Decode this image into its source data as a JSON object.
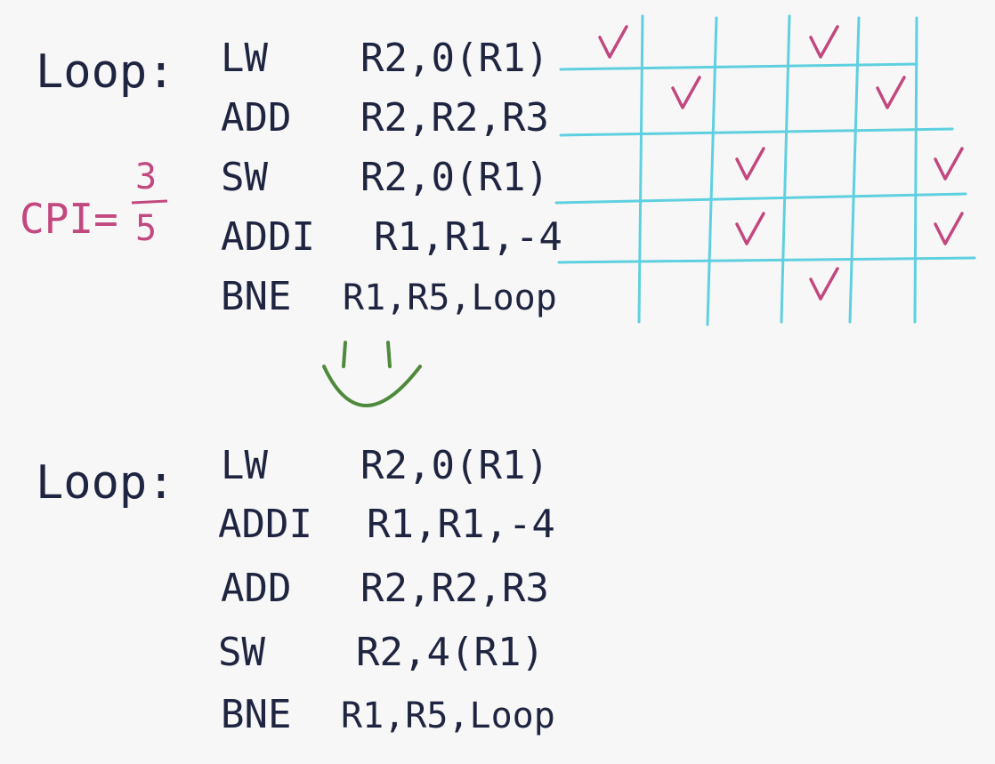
{
  "top_program": {
    "label": "Loop:",
    "rows": [
      {
        "op": "LW",
        "args": "R2,0(R1)"
      },
      {
        "op": "ADD",
        "args": "R2,R2,R3"
      },
      {
        "op": "SW",
        "args": "R2,0(R1)"
      },
      {
        "op": "ADDI",
        "args": "R1,R1,-4"
      },
      {
        "op": "BNE",
        "args": "R1,R5,Loop"
      }
    ]
  },
  "cpi": {
    "label": "CPI=",
    "numerator": "3",
    "denominator": "5"
  },
  "schedule_checks": [
    {
      "row": 0,
      "col": 0
    },
    {
      "row": 0,
      "col": 3
    },
    {
      "row": 1,
      "col": 1
    },
    {
      "row": 1,
      "col": 4
    },
    {
      "row": 2,
      "col": 2
    },
    {
      "row": 2,
      "col": 5
    },
    {
      "row": 3,
      "col": 2
    },
    {
      "row": 3,
      "col": 5
    },
    {
      "row": 4,
      "col": 3
    }
  ],
  "bottom_program": {
    "label": "Loop:",
    "rows": [
      {
        "op": "LW",
        "args": "R2,0(R1)"
      },
      {
        "op": "ADDI",
        "args": "R1,R1,-4"
      },
      {
        "op": "ADD",
        "args": "R2,R2,R3"
      },
      {
        "op": "SW",
        "args": "R2,4(R1)"
      },
      {
        "op": "BNE",
        "args": "R1,R5,Loop"
      }
    ]
  },
  "colors": {
    "ink": "#1f2440",
    "cpi": "#c2487f",
    "grid": "#5fd0e0",
    "checks": "#c2487f",
    "arrow": "#4f8a3c"
  }
}
